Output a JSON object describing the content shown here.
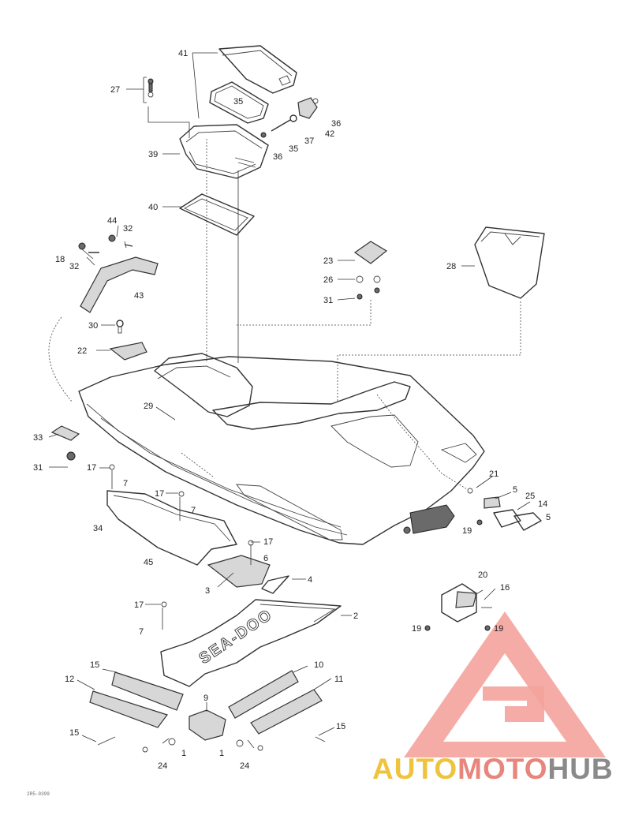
{
  "labels": [
    {
      "text": "41"
    },
    {
      "text": "27"
    },
    {
      "text": "35"
    },
    {
      "text": "36"
    },
    {
      "text": "37"
    },
    {
      "text": "42"
    },
    {
      "text": "35"
    },
    {
      "text": "36"
    },
    {
      "text": "39"
    },
    {
      "text": "40"
    },
    {
      "text": "44"
    },
    {
      "text": "32"
    },
    {
      "text": "18"
    },
    {
      "text": "32"
    },
    {
      "text": "43"
    },
    {
      "text": "23"
    },
    {
      "text": "26"
    },
    {
      "text": "31"
    },
    {
      "text": "28"
    },
    {
      "text": "30"
    },
    {
      "text": "22"
    },
    {
      "text": "29"
    },
    {
      "text": "33"
    },
    {
      "text": "31"
    },
    {
      "text": "17"
    },
    {
      "text": "7"
    },
    {
      "text": "17"
    },
    {
      "text": "7"
    },
    {
      "text": "34"
    },
    {
      "text": "17"
    },
    {
      "text": "6"
    },
    {
      "text": "45"
    },
    {
      "text": "3"
    },
    {
      "text": "4"
    },
    {
      "text": "21"
    },
    {
      "text": "5"
    },
    {
      "text": "25"
    },
    {
      "text": "14"
    },
    {
      "text": "5"
    },
    {
      "text": "19"
    },
    {
      "text": "20"
    },
    {
      "text": "16"
    },
    {
      "text": "19"
    },
    {
      "text": "19"
    },
    {
      "text": "17"
    },
    {
      "text": "7"
    },
    {
      "text": "2"
    },
    {
      "text": "15"
    },
    {
      "text": "10"
    },
    {
      "text": "12"
    },
    {
      "text": "11"
    },
    {
      "text": "9"
    },
    {
      "text": "15"
    },
    {
      "text": "15"
    },
    {
      "text": "1"
    },
    {
      "text": "1"
    },
    {
      "text": "24"
    },
    {
      "text": "24"
    }
  ],
  "hull_logo_text": "SEA-DOO",
  "drawing_code": "2R5-0399",
  "watermark": {
    "brand_part1": "AUTO",
    "brand_part2": "MOTO",
    "brand_part3": "HUB",
    "colors": {
      "triangle": "#f29089",
      "auto": "#f0c33c",
      "moto": "#e8857c",
      "hub": "#8a8a8a"
    }
  }
}
